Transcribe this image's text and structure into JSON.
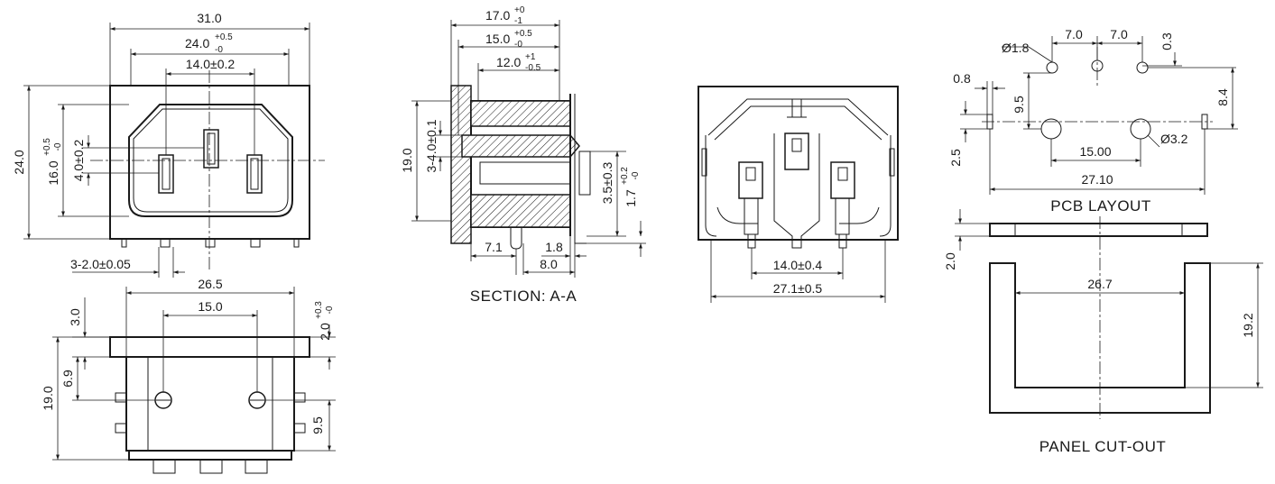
{
  "titles": {
    "section": "SECTION: A-A",
    "pcb": "PCB LAYOUT",
    "panel": "PANEL CUT-OUT"
  },
  "front_view": {
    "width_total": "31.0",
    "width_mid": "24.0",
    "width_mid_tol_top": "+0.5",
    "width_mid_tol_bot": "-0",
    "pin_span": "14.0±0.2",
    "height_total": "24.0",
    "height_mid": "16.0",
    "height_mid_tol_top": "+0.5",
    "height_mid_tol_bot": "-0",
    "pin_offset": "4.0±0.2",
    "pin_width": "3-2.0±0.05"
  },
  "bottom_view": {
    "width": "26.5",
    "hole_span": "15.0",
    "flange": "3.0",
    "flange_thick": "2.0",
    "flange_thick_tol_top": "+0.3",
    "flange_thick_tol_bot": "-0",
    "height": "19.0",
    "hole_height": "6.9",
    "lower_height": "9.5"
  },
  "section_view": {
    "len_17": "17.0",
    "len_17_tol_top": "+0",
    "len_17_tol_bot": "-1",
    "len_15": "15.0",
    "len_15_tol_top": "+0.5",
    "len_15_tol_bot": "-0",
    "len_12": "12.0",
    "len_12_tol_top": "+1",
    "len_12_tol_bot": "-0.5",
    "height": "19.0",
    "pin_len": "3-4.0±0.1",
    "pin_offset": "3.5±0.3",
    "tab": "1.7",
    "tab_tol_top": "+0.2",
    "tab_tol_bot": "-0",
    "len_7_1": "7.1",
    "len_1_8": "1.8",
    "len_8": "8.0"
  },
  "rear_view": {
    "pin_span": "14.0±0.4",
    "width": "27.1±0.5"
  },
  "pcb_layout": {
    "small_hole": "Ø1.8",
    "pitch_1": "7.0",
    "pitch_2": "7.0",
    "offset_top": "0.3",
    "slot_width": "0.8",
    "row_gap": "9.5",
    "right_offset": "8.4",
    "large_span": "15.00",
    "large_hole": "Ø3.2",
    "slot_height": "2.5",
    "total_span": "27.10"
  },
  "panel_cutout": {
    "thickness": "2.0",
    "width": "26.7",
    "height": "19.2"
  }
}
